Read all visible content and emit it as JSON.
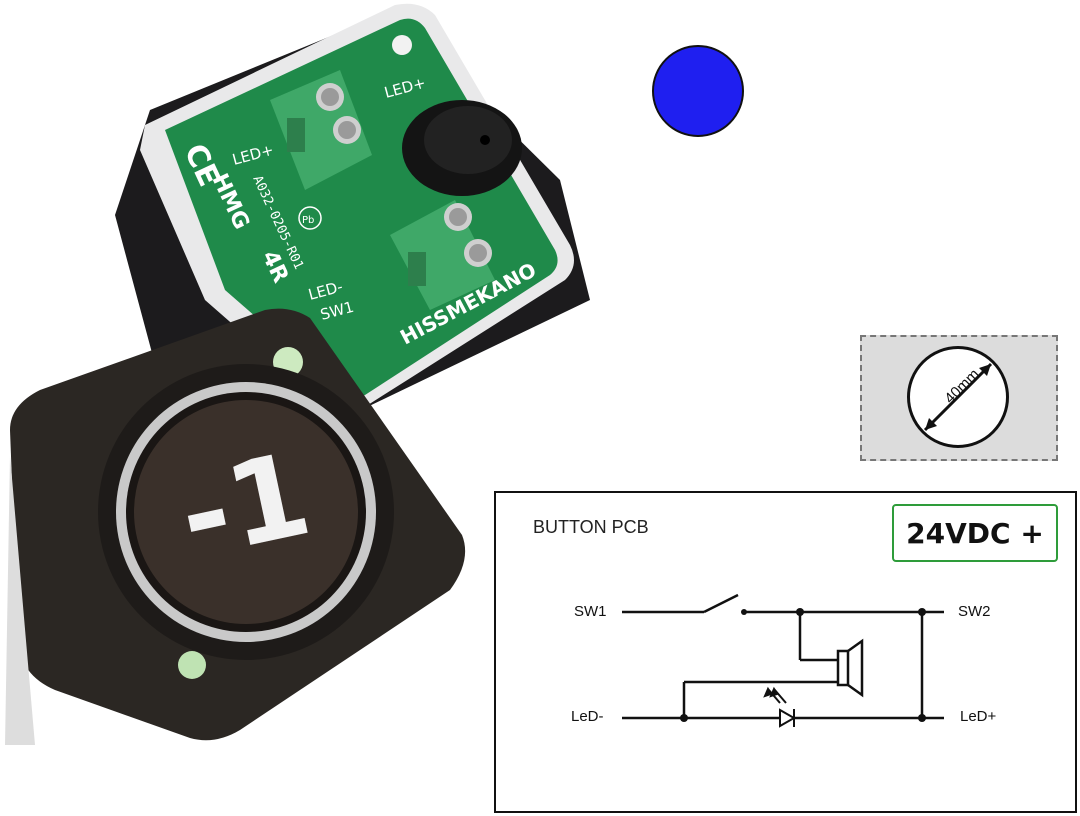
{
  "pcb_silkscreen": {
    "led_plus_right": "LED+",
    "led_plus_left": "LED+",
    "part_number": "A032-0205-R01",
    "maker_mark": "HMG",
    "variant": "4R",
    "led_minus": "LED-",
    "sw1": "SW1",
    "brand": "HISSMEKANO",
    "pb_mark": "Pb"
  },
  "button_face": {
    "label": "-1"
  },
  "dimension": {
    "label": "40mm"
  },
  "schematic": {
    "title": "BUTTON PCB",
    "voltage": "24VDC +",
    "pins": {
      "sw1": "SW1",
      "sw2": "SW2",
      "led_minus": "LeD-",
      "led_plus": "LeD+"
    }
  },
  "colors": {
    "pcb_green": "#1f8a4a",
    "terminal_green": "#3fa868",
    "blue_indicator": "#1f1ff0",
    "badge_border": "#2e9c3a",
    "bezel_dark": "#2b2723"
  }
}
